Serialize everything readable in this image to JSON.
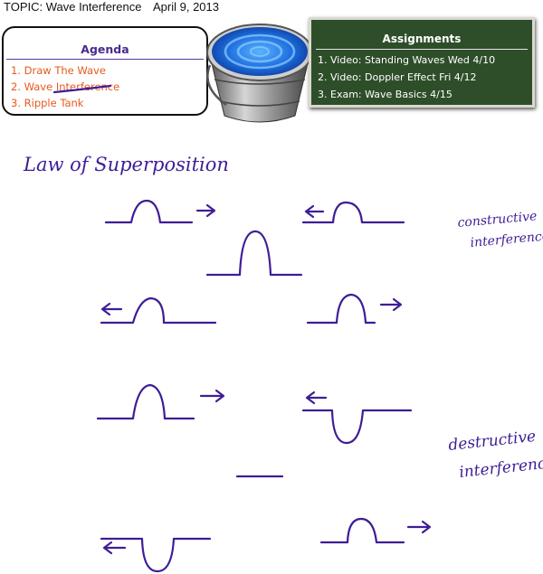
{
  "header": {
    "topic": "TOPIC: Wave Interference",
    "date": "April 9, 2013"
  },
  "agenda": {
    "title": "Agenda",
    "items": [
      "1. Draw The Wave",
      "2. Wave Interference",
      "3. Ripple Tank"
    ]
  },
  "assignments": {
    "title": "Assignments",
    "items": [
      "1. Video: Standing Waves Wed 4/10",
      "2. Video: Doppler Effect Fri 4/12",
      "3. Exam: Wave Basics 4/15"
    ]
  },
  "notes": {
    "heading": "Law of Superposition",
    "label_constructive": [
      "constructive",
      "interference"
    ],
    "label_destructive": [
      "destructive",
      "interference"
    ]
  },
  "colors": {
    "ink": "#3f1d96",
    "agenda_items": "#e85a1c",
    "chalkboard": "#2e4e2a",
    "water": "#1f6fe0"
  }
}
